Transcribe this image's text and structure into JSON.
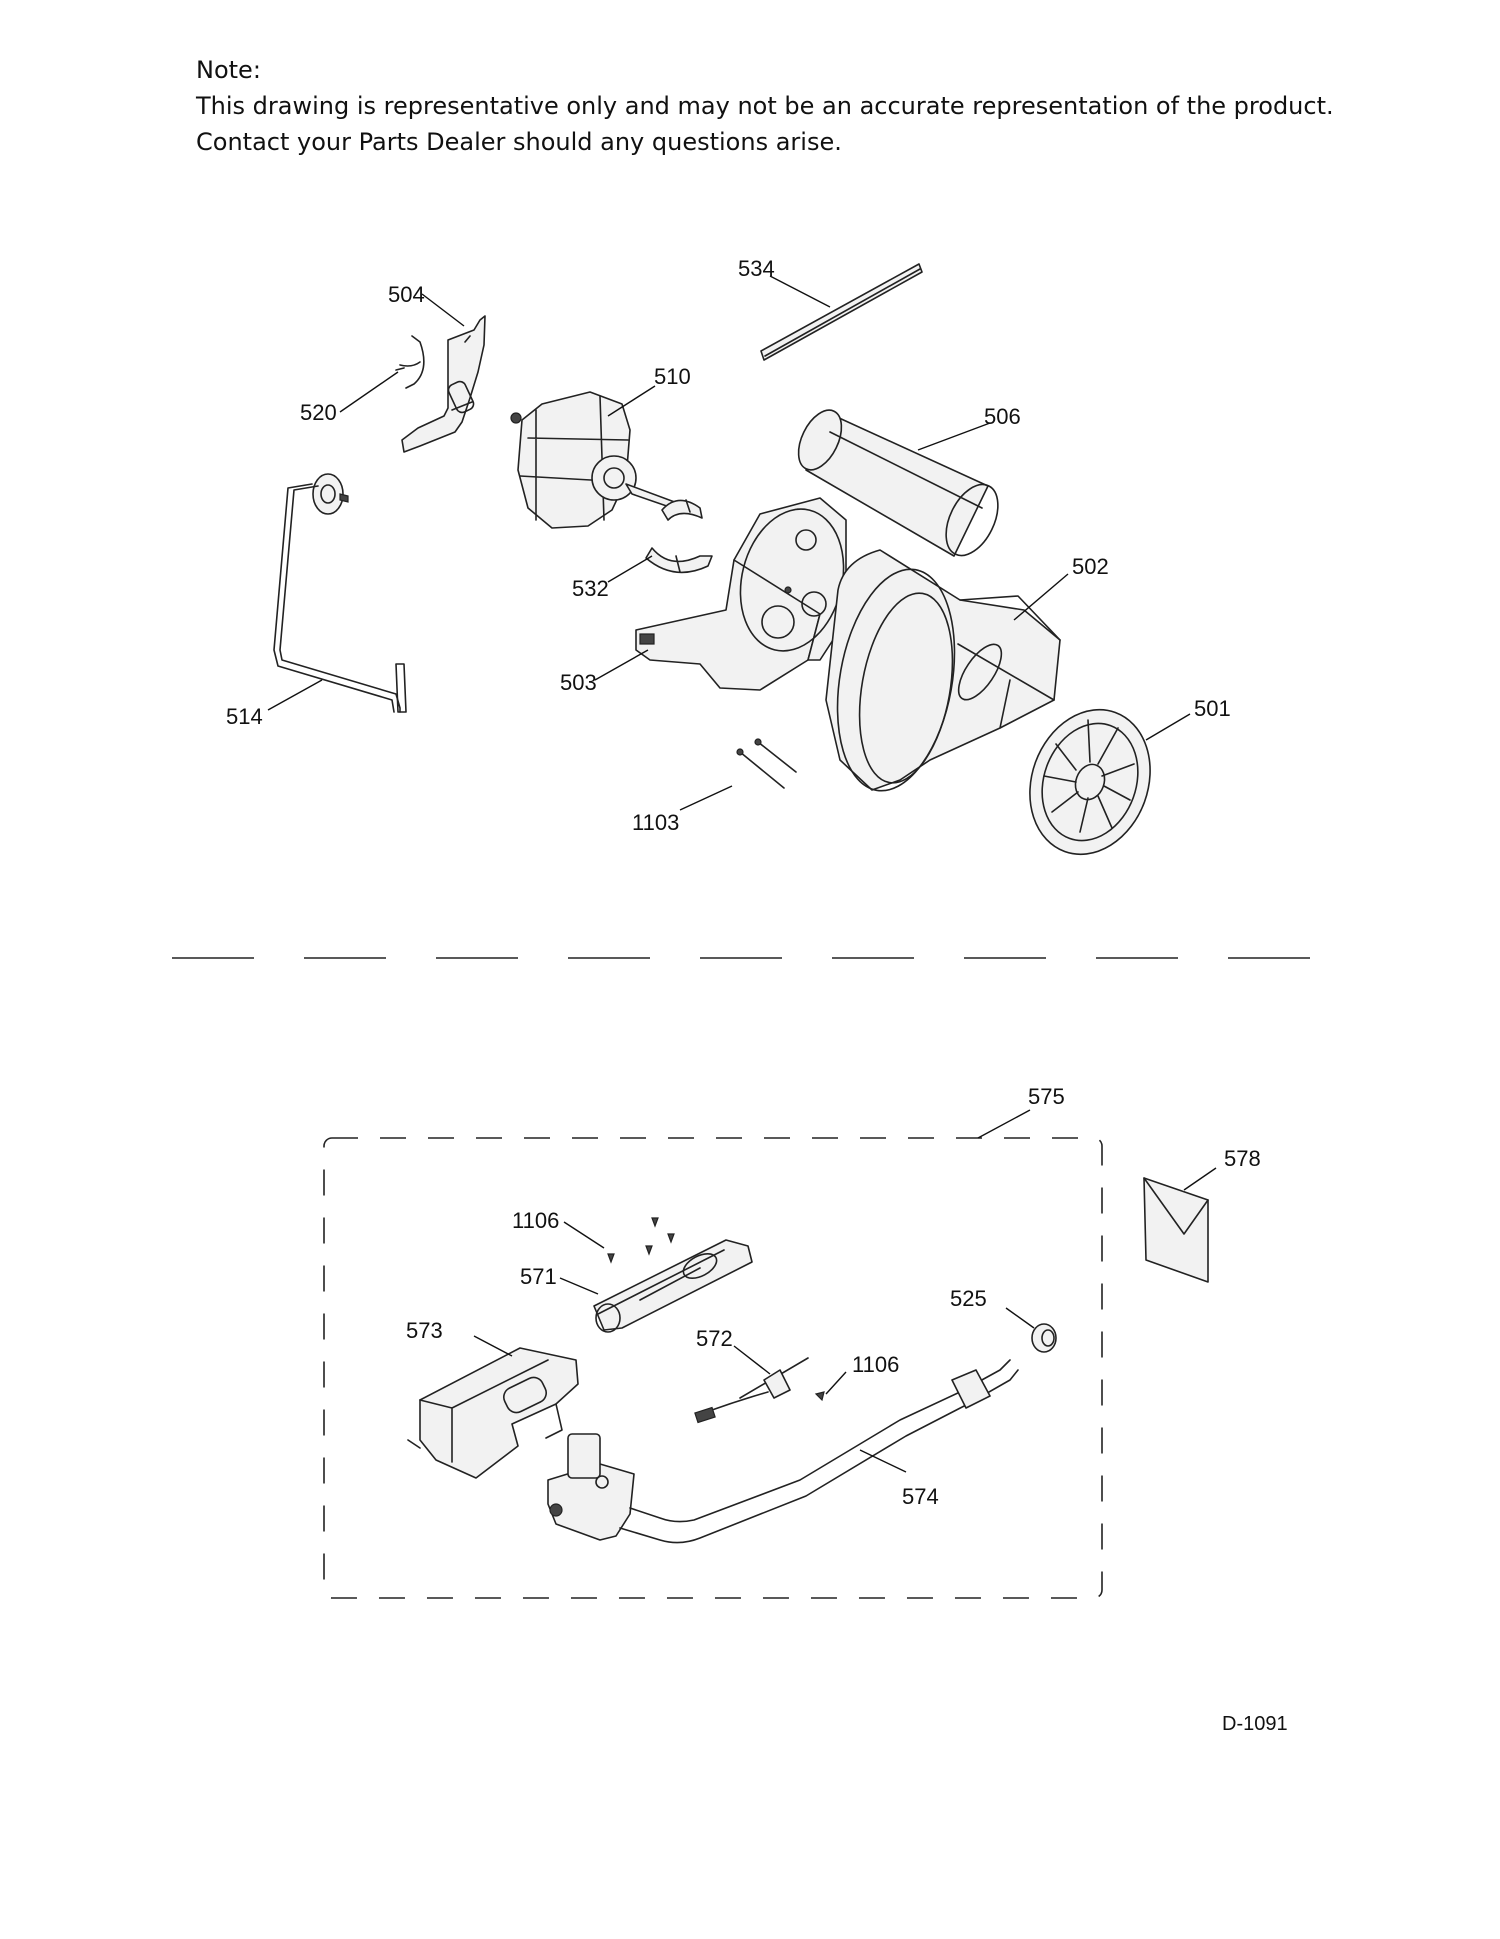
{
  "note": {
    "heading": "Note:",
    "line1": "This drawing is representative only and may not be an accurate representation of the product.",
    "line2": "Contact your Parts Dealer should any questions arise."
  },
  "callouts": {
    "p534": "534",
    "p504": "504",
    "p510": "510",
    "p520": "520",
    "p506": "506",
    "p532": "532",
    "p502": "502",
    "p503": "503",
    "p514": "514",
    "p501": "501",
    "p1103": "1103",
    "p575": "575",
    "p578": "578",
    "p1106a": "1106",
    "p571": "571",
    "p525": "525",
    "p573": "573",
    "p572": "572",
    "p1106b": "1106",
    "p574": "574"
  },
  "drawing_code": "D-1091"
}
